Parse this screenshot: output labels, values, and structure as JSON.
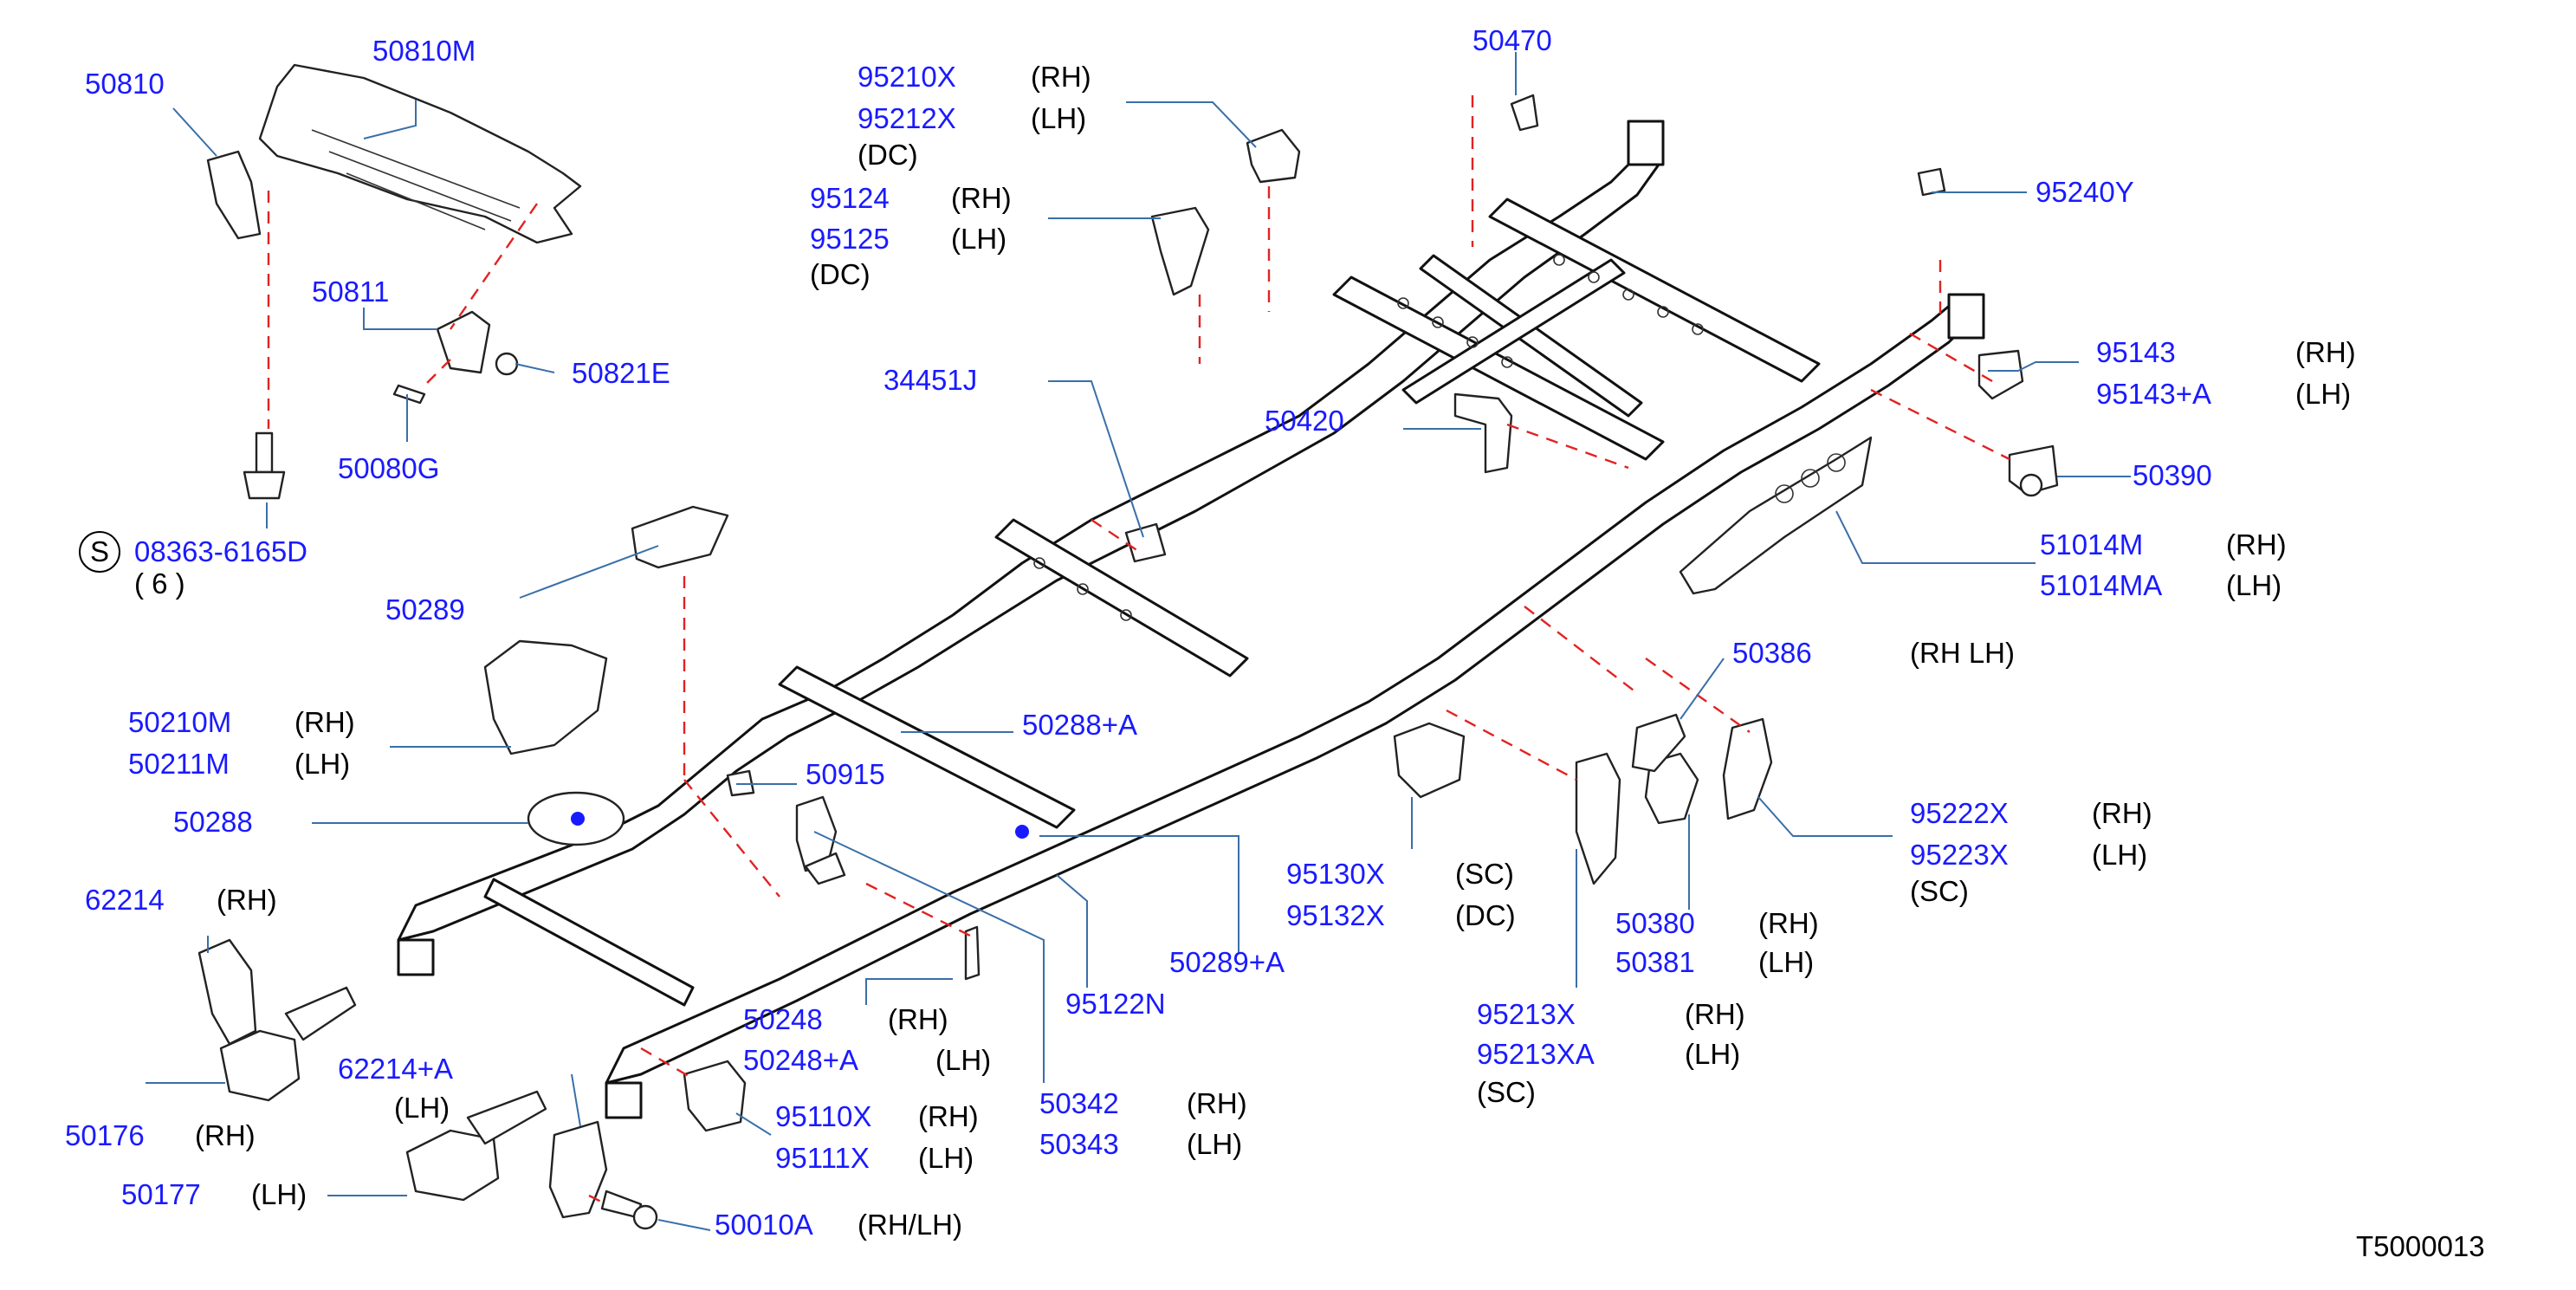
{
  "diagram": {
    "drawing_number": "T5000013",
    "callouts": [
      {
        "part": "50810",
        "note": ""
      },
      {
        "part": "50810M",
        "note": ""
      },
      {
        "part": "50811",
        "note": ""
      },
      {
        "part": "50821E",
        "note": ""
      },
      {
        "part": "50080G",
        "note": ""
      },
      {
        "part": "08363-6165D",
        "note": "( 6 )",
        "prefix": "S"
      },
      {
        "part": "95210X",
        "note": "(RH)"
      },
      {
        "part": "95212X",
        "note": "(LH)"
      },
      {
        "part": "",
        "note": "(DC)"
      },
      {
        "part": "95124",
        "note": "(RH)"
      },
      {
        "part": "95125",
        "note": "(LH)"
      },
      {
        "part": "",
        "note": "(DC)"
      },
      {
        "part": "50470",
        "note": ""
      },
      {
        "part": "95240Y",
        "note": ""
      },
      {
        "part": "95143",
        "note": "(RH)"
      },
      {
        "part": "95143+A",
        "note": "(LH)"
      },
      {
        "part": "50390",
        "note": ""
      },
      {
        "part": "51014M",
        "note": "(RH)"
      },
      {
        "part": "51014MA",
        "note": "(LH)"
      },
      {
        "part": "34451J",
        "note": ""
      },
      {
        "part": "50420",
        "note": ""
      },
      {
        "part": "50289",
        "note": ""
      },
      {
        "part": "50210M",
        "note": "(RH)"
      },
      {
        "part": "50211M",
        "note": "(LH)"
      },
      {
        "part": "50288+A",
        "note": ""
      },
      {
        "part": "50915",
        "note": ""
      },
      {
        "part": "50288",
        "note": ""
      },
      {
        "part": "62214",
        "note": "(RH)"
      },
      {
        "part": "62214+A",
        "note": "(LH)"
      },
      {
        "part": "50176",
        "note": "(RH)"
      },
      {
        "part": "50177",
        "note": "(LH)"
      },
      {
        "part": "50010A",
        "note": "(RH/LH)"
      },
      {
        "part": "95110X",
        "note": "(RH)"
      },
      {
        "part": "95111X",
        "note": "(LH)"
      },
      {
        "part": "50248",
        "note": "(RH)"
      },
      {
        "part": "50248+A",
        "note": "(LH)"
      },
      {
        "part": "50342",
        "note": "(RH)"
      },
      {
        "part": "50343",
        "note": "(LH)"
      },
      {
        "part": "95122N",
        "note": ""
      },
      {
        "part": "50289+A",
        "note": ""
      },
      {
        "part": "95130X",
        "note": "(SC)"
      },
      {
        "part": "95132X",
        "note": "(DC)"
      },
      {
        "part": "95213X",
        "note": "(RH)"
      },
      {
        "part": "95213XA",
        "note": "(LH)"
      },
      {
        "part": "",
        "note": "(SC)"
      },
      {
        "part": "50380",
        "note": "(RH)"
      },
      {
        "part": "50381",
        "note": "(LH)"
      },
      {
        "part": "95222X",
        "note": "(RH)"
      },
      {
        "part": "95223X",
        "note": "(LH)"
      },
      {
        "part": "",
        "note": "(SC)"
      },
      {
        "part": "50386",
        "note": "(RH LH)"
      }
    ]
  }
}
